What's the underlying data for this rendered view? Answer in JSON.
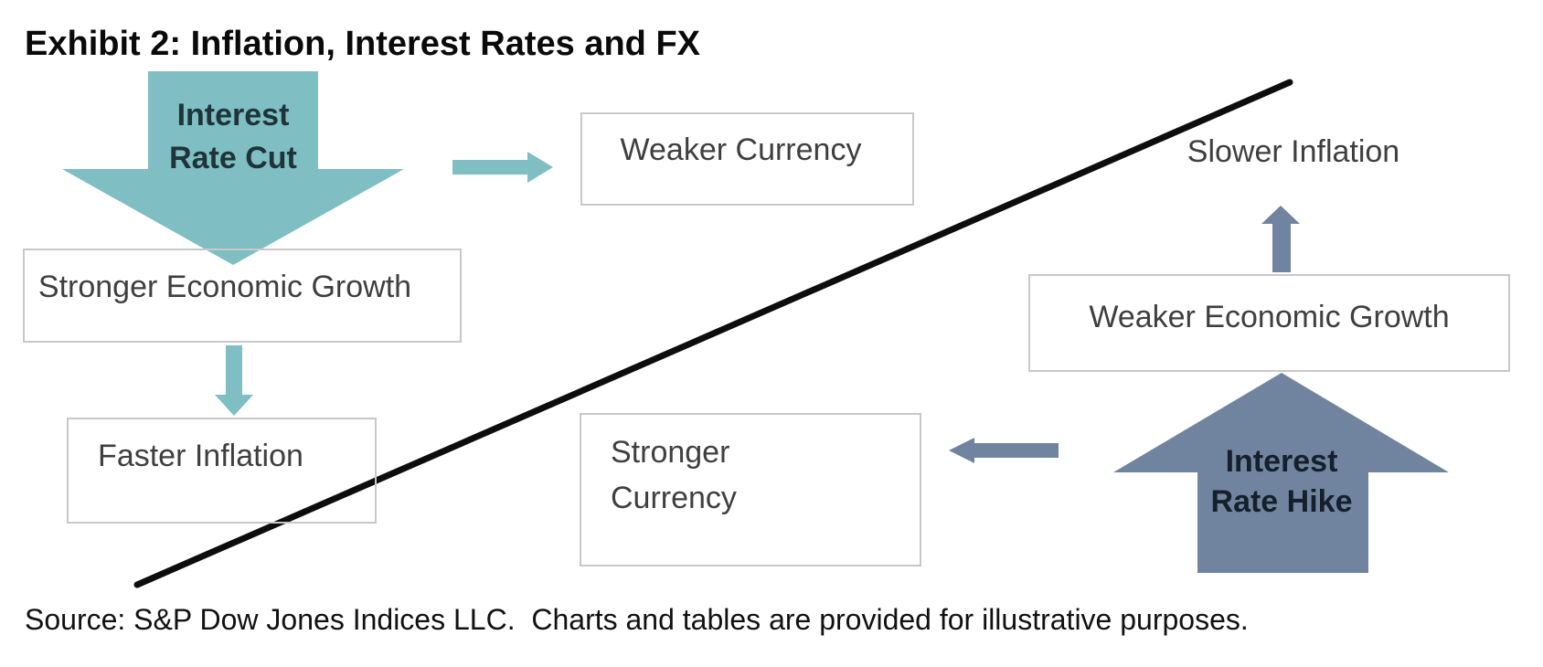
{
  "title": "Exhibit 2: Inflation, Interest Rates and FX",
  "source_note": "Source: S&P Dow Jones Indices LLC.  Charts and tables are provided for illustrative purposes.",
  "colors": {
    "teal": "#7FBEC3",
    "blue": "#71849F",
    "line": "#0d0d0d",
    "box_border": "#c8c8c8",
    "box_text": "#3f3f3f"
  },
  "left_flow": {
    "arrow_label_line1": "Interest",
    "arrow_label_line2": "Rate Cut",
    "growth_box_label": "Stronger Economic Growth",
    "inflation_box_label": "Faster Inflation",
    "currency_box_label": "Weaker Currency"
  },
  "right_flow": {
    "arrow_label_line1": "Interest",
    "arrow_label_line2": "Rate Hike",
    "growth_box_label": "Weaker Economic Growth",
    "inflation_label": "Slower Inflation",
    "currency_box_label_line1": "Stronger",
    "currency_box_label_line2": "Currency"
  }
}
